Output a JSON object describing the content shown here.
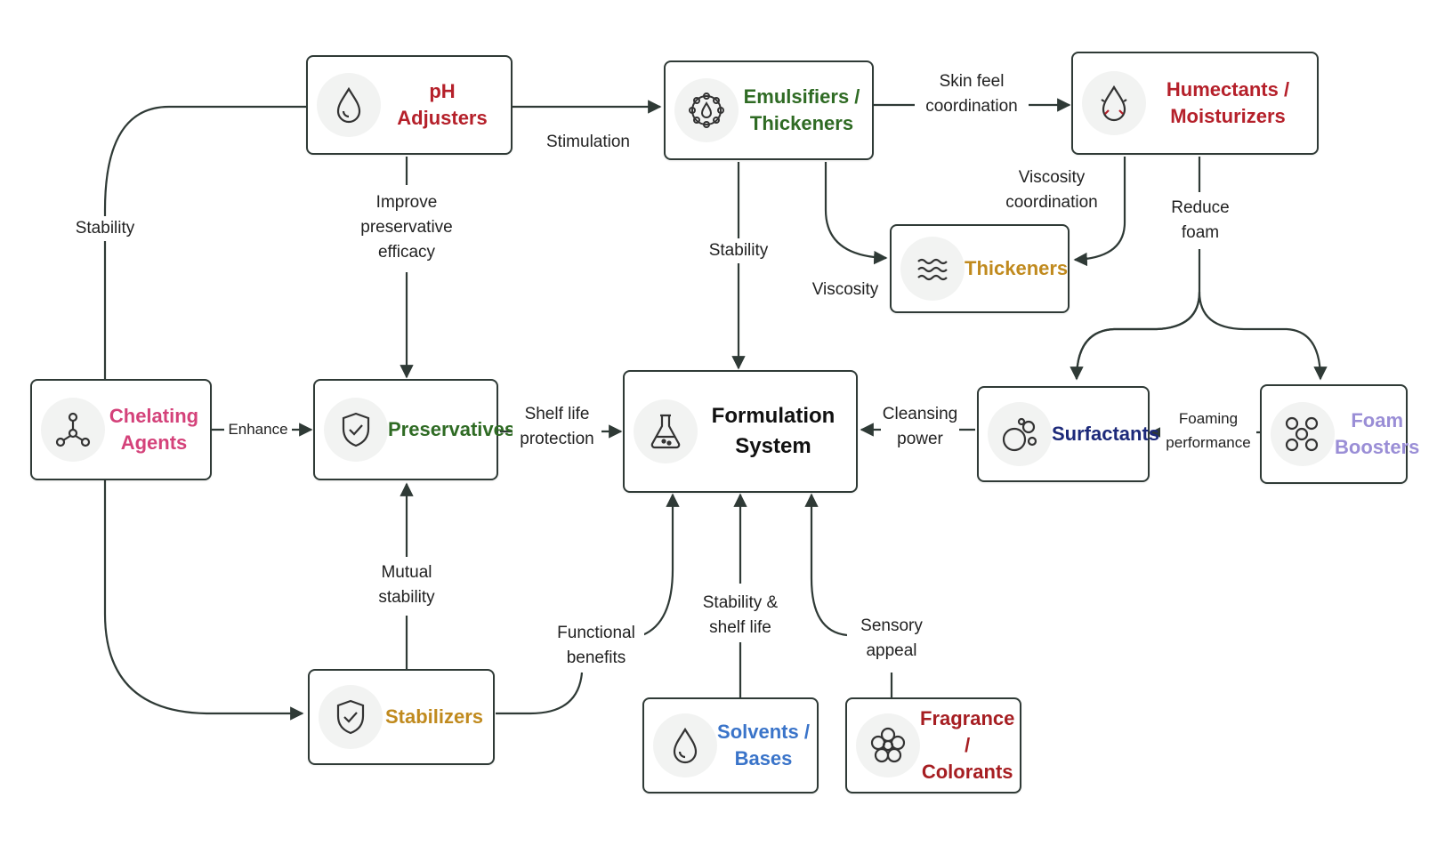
{
  "colors": {
    "line": "#2f3a36",
    "red": "#b5202a",
    "green": "#2f6b24",
    "gold": "#c08a1e",
    "pink": "#d4427a",
    "navy": "#1d2a7a",
    "lavender": "#9a8ed6",
    "blue": "#3a74c9",
    "darkred": "#a61e22"
  },
  "nodes": {
    "ph_adjusters": {
      "label": "pH\nAdjusters",
      "icon": "droplet-icon"
    },
    "emulsifiers": {
      "label": "Emulsifiers /\nThickeners",
      "icon": "emulsion-icon"
    },
    "humectants": {
      "label": "Humectants /\nMoisturizers",
      "icon": "moisture-drop-icon"
    },
    "thickeners": {
      "label": "Thickeners",
      "icon": "waves-icon"
    },
    "chelating": {
      "label": "Chelating\nAgents",
      "icon": "molecule-icon"
    },
    "preservatives": {
      "label": "Preservatives",
      "icon": "shield-check-icon"
    },
    "formulation": {
      "label": "Formulation\nSystem",
      "icon": "flask-icon"
    },
    "surfactants": {
      "label": "Surfactants",
      "icon": "bubbles-icon"
    },
    "foam_boosters": {
      "label": "Foam\nBoosters",
      "icon": "foam-circles-icon"
    },
    "stabilizers": {
      "label": "Stabilizers",
      "icon": "shield-check-icon"
    },
    "solvents": {
      "label": "Solvents /\nBases",
      "icon": "droplet-icon"
    },
    "fragrance": {
      "label": "Fragrance /\nColorants",
      "icon": "flower-icon"
    }
  },
  "edges": {
    "stimulation": "Stimulation",
    "skin_feel": "Skin feel\ncoordination",
    "stability_left": "Stability",
    "improve_preservative": "Improve\npreservative\nefficacy",
    "stability_center": "Stability",
    "viscosity_coordination": "Viscosity\ncoordination",
    "viscosity": "Viscosity",
    "reduce_foam": "Reduce\nfoam",
    "enhance": "Enhance",
    "shelf_life": "Shelf life\nprotection",
    "cleansing": "Cleansing\npower",
    "foaming": "Foaming\nperformance",
    "mutual_stability": "Mutual\nstability",
    "functional": "Functional\nbenefits",
    "stability_shelf": "Stability &\nshelf life",
    "sensory": "Sensory\nappeal"
  }
}
